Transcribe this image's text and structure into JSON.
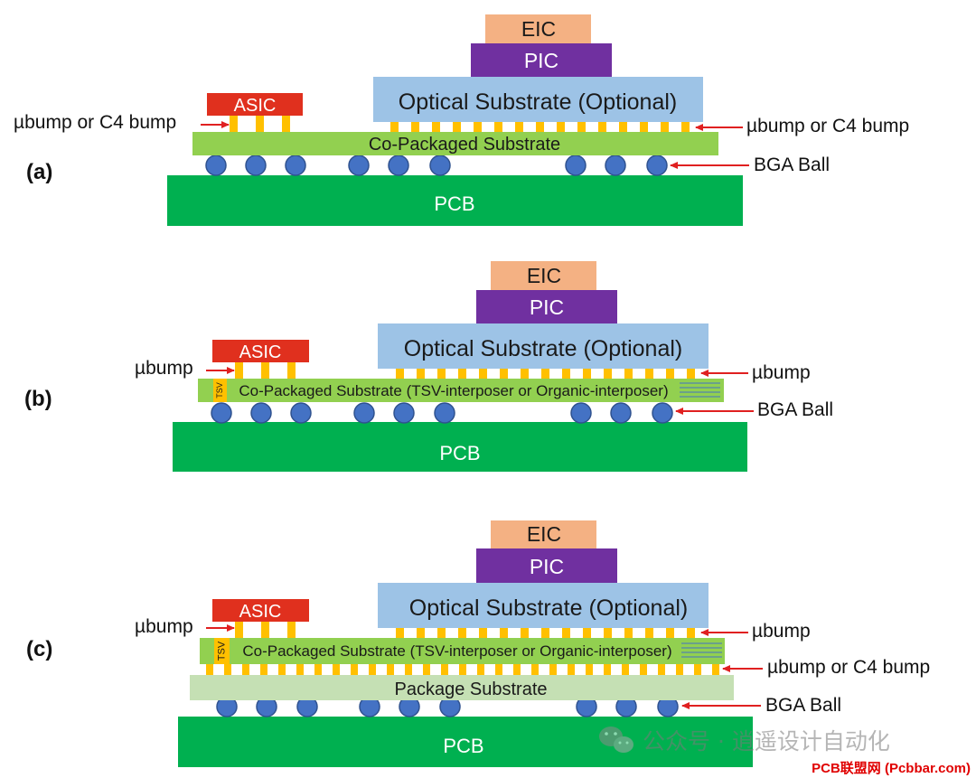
{
  "panels": [
    {
      "id": "a",
      "label": "(a)",
      "eic": "EIC",
      "pic": "PIC",
      "optical": "Optical Substrate (Optional)",
      "asic": "ASIC",
      "copkg": "Co-Packaged Substrate",
      "pcb": "PCB",
      "label_bump_left": "µbump or C4 bump",
      "label_bump_right": "µbump or C4 bump",
      "label_bga": "BGA Ball"
    },
    {
      "id": "b",
      "label": "(b)",
      "eic": "EIC",
      "pic": "PIC",
      "optical": "Optical Substrate (Optional)",
      "asic": "ASIC",
      "copkg": "Co-Packaged Substrate (TSV-interposer or Organic-interposer)",
      "tsv": "TSV",
      "pcb": "PCB",
      "label_bump_left": "µbump",
      "label_bump_right": "µbump",
      "label_bga": "BGA Ball"
    },
    {
      "id": "c",
      "label": "(c)",
      "eic": "EIC",
      "pic": "PIC",
      "optical": "Optical Substrate (Optional)",
      "asic": "ASIC",
      "copkg": "Co-Packaged Substrate (TSV-interposer or Organic-interposer)",
      "tsv": "TSV",
      "pkg": "Package Substrate",
      "pcb": "PCB",
      "label_bump_left": "µbump",
      "label_bump_right": "µbump",
      "label_bump_c4": "µbump or C4 bump",
      "label_bga": "BGA Ball"
    }
  ],
  "watermark": {
    "wechat_icon": "wechat-icon",
    "text": "公众号 · 逍遥设计自动化"
  },
  "footer_credit": "PCB联盟网 (Pcbbar.com)",
  "colors": {
    "eic": "#f4b183",
    "pic": "#7030a0",
    "optical": "#9dc3e6",
    "asic": "#e0301e",
    "copkg": "#92d050",
    "pkg": "#c5e0b4",
    "pcb": "#00b050",
    "bump": "#ffc000",
    "ball": "#4472c4",
    "arrow": "#e02020",
    "credit": "#e00000"
  }
}
